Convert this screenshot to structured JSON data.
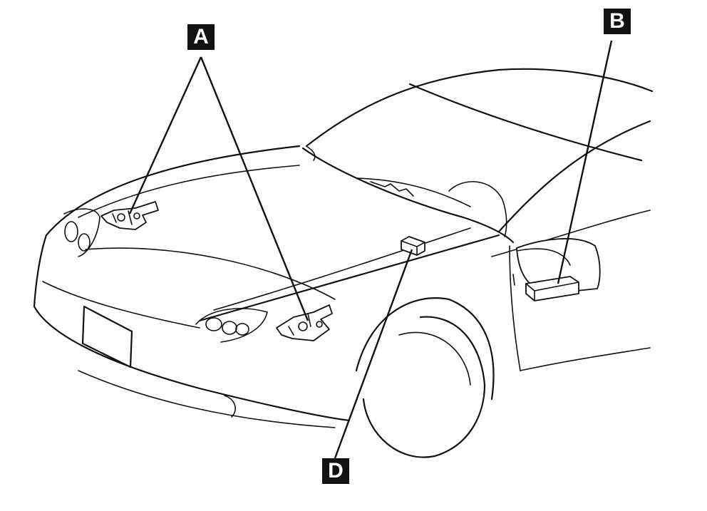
{
  "diagram": {
    "callouts": {
      "a": "A",
      "b": "B",
      "d": "D"
    },
    "components": [
      {
        "callout": "A",
        "icon": "headlight-bracket-icon",
        "count": 2
      },
      {
        "callout": "B",
        "icon": "control-module-icon",
        "count": 1
      },
      {
        "callout": "D",
        "icon": "connector-block-icon",
        "count": 1
      }
    ],
    "colors": {
      "line": "#111111",
      "label_background": "#111111",
      "label_text": "#ffffff",
      "background": "#ffffff"
    }
  }
}
